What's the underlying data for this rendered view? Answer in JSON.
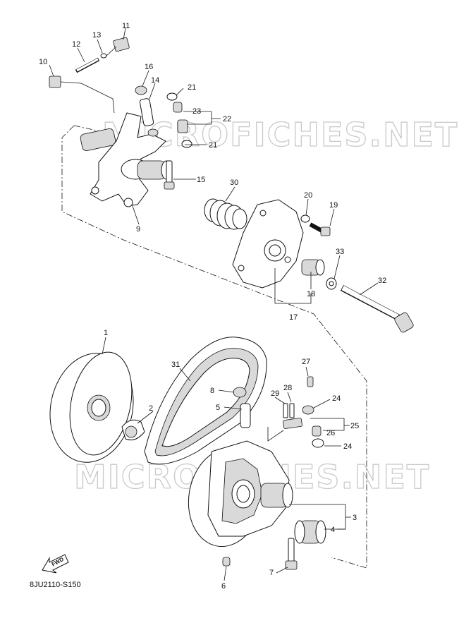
{
  "diagram": {
    "code": "8JU2110-S150",
    "watermark": "MICROFICHES.NET",
    "fwd_label": "FWD",
    "callouts": {
      "c1": "1",
      "c2": "2",
      "c3": "3",
      "c4": "4",
      "c5": "5",
      "c6": "6",
      "c7": "7",
      "c8": "8",
      "c9": "9",
      "c10": "10",
      "c11": "11",
      "c12": "12",
      "c13": "13",
      "c14": "14",
      "c15": "15",
      "c16": "16",
      "c17": "17",
      "c18": "18",
      "c19": "19",
      "c20": "20",
      "c21a": "21",
      "c21b": "21",
      "c22": "22",
      "c23": "23",
      "c24a": "24",
      "c24b": "24",
      "c25": "25",
      "c26": "26",
      "c27": "27",
      "c28": "28",
      "c29": "29",
      "c30": "30",
      "c31": "31",
      "c32": "32",
      "c33": "33"
    }
  }
}
